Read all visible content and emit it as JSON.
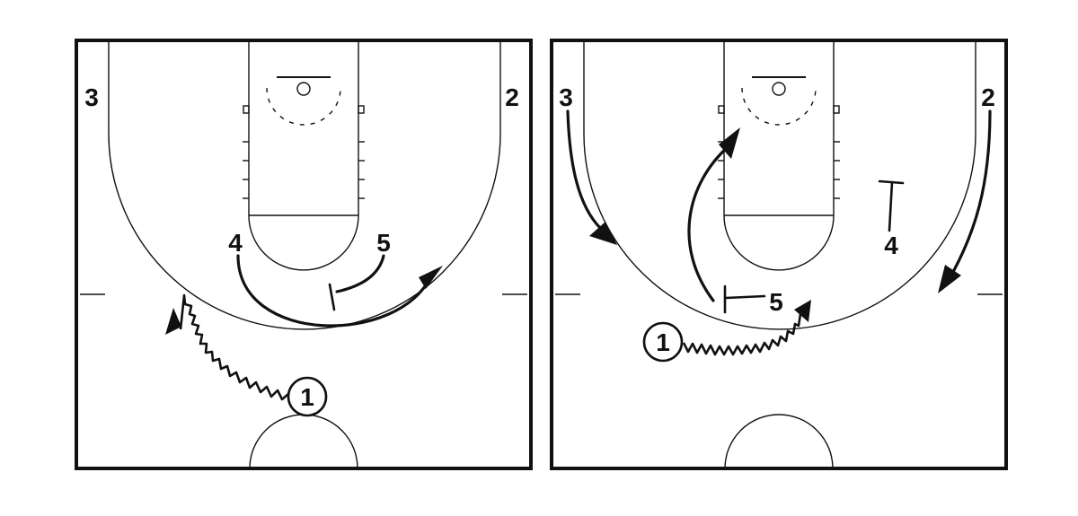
{
  "diagram": {
    "panel_1": {
      "players": {
        "p1": "1",
        "p2": "2",
        "p3": "3",
        "p4": "4",
        "p5": "5"
      }
    },
    "panel_2": {
      "players": {
        "p1": "1",
        "p2": "2",
        "p3": "3",
        "p4": "4",
        "p5": "5"
      }
    }
  }
}
